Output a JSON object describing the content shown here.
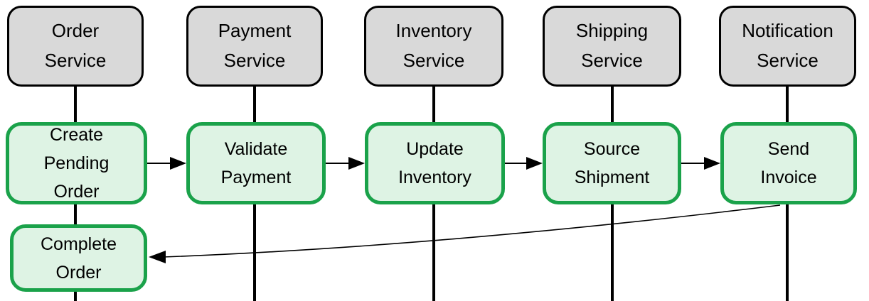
{
  "colors": {
    "serviceFill": "#d9d9d9",
    "serviceBorder": "#000000",
    "stepFill": "#def3e4",
    "stepBorder": "#1aa24a",
    "lineColor": "#000000"
  },
  "services": [
    {
      "label": "Order\nService"
    },
    {
      "label": "Payment\nService"
    },
    {
      "label": "Inventory\nService"
    },
    {
      "label": "Shipping\nService"
    },
    {
      "label": "Notification\nService"
    }
  ],
  "steps": [
    {
      "label": "Create\nPending\nOrder"
    },
    {
      "label": "Validate\nPayment"
    },
    {
      "label": "Update\nInventory"
    },
    {
      "label": "Source\nShipment"
    },
    {
      "label": "Send\nInvoice"
    }
  ],
  "return_step": {
    "label": "Complete\nOrder"
  }
}
